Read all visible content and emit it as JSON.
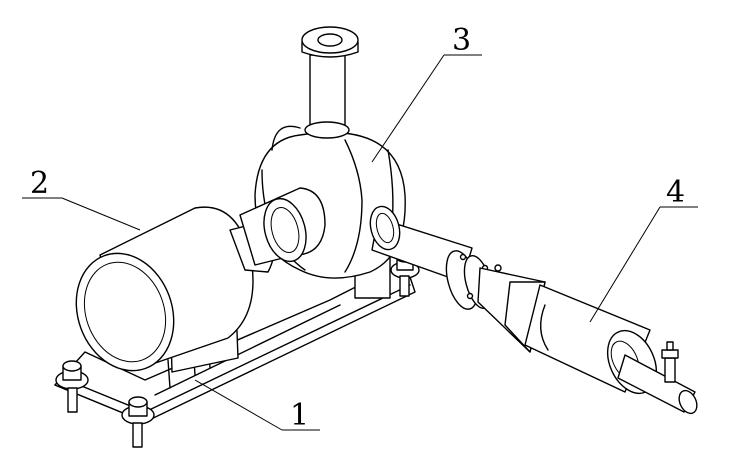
{
  "labels": {
    "part_1": "1",
    "part_2": "2",
    "part_3": "3",
    "part_4": "4"
  },
  "colors": {
    "stroke": "#000000",
    "background": "#ffffff"
  }
}
